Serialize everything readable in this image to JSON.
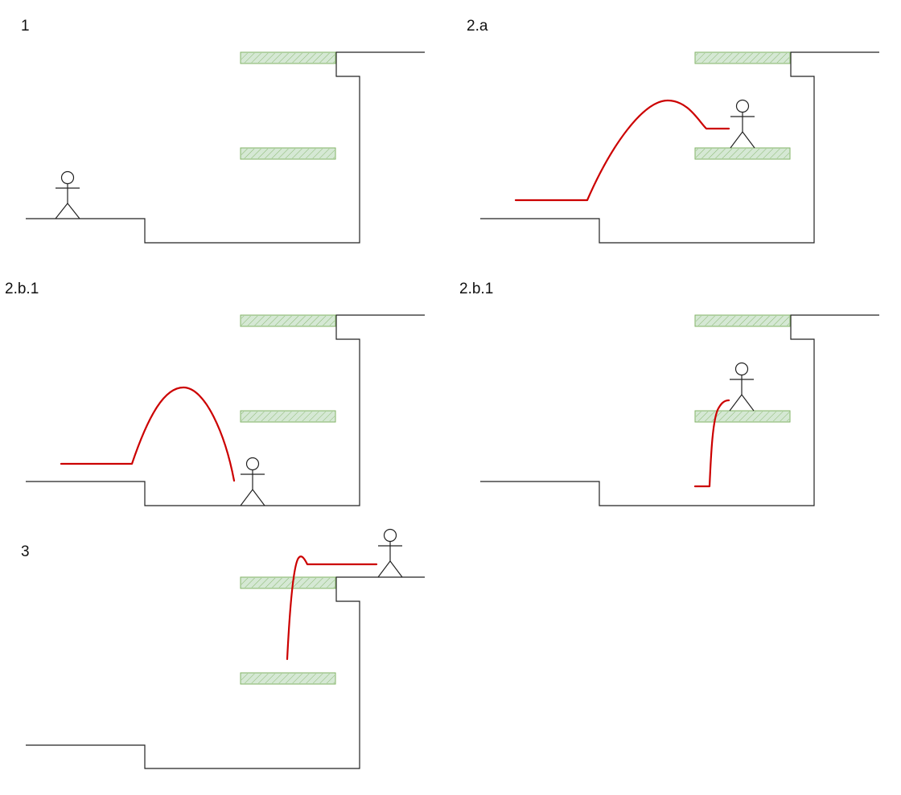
{
  "diagram": {
    "colors": {
      "terrain": "#222222",
      "platform_fill": "#d5e8d4",
      "platform_stroke": "#82b366",
      "jump_path": "#cc0000",
      "figure": "#222222"
    },
    "panels": [
      {
        "id": "p1",
        "label": "1"
      },
      {
        "id": "p2a",
        "label": "2.a"
      },
      {
        "id": "p2b1-left",
        "label": "2.b.1"
      },
      {
        "id": "p2b1-right",
        "label": "2.b.1"
      },
      {
        "id": "p3",
        "label": "3"
      }
    ]
  }
}
